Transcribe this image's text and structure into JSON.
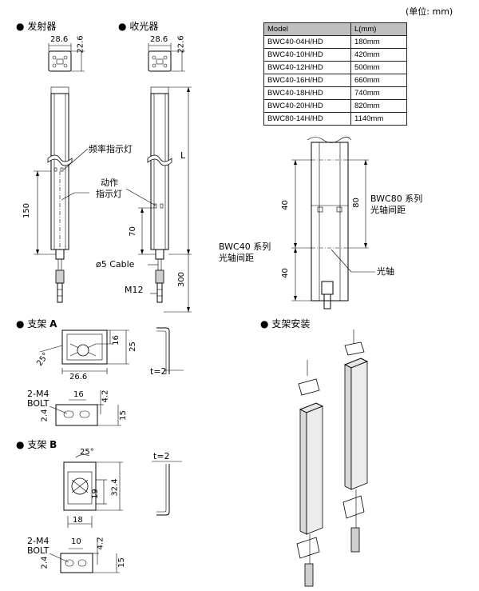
{
  "unit_note": "(单位: mm)",
  "sections": {
    "emitter": "发射器",
    "receiver": "收光器",
    "bracket_a": "支架",
    "bracket_a_letter": "A",
    "bracket_b": "支架",
    "bracket_b_letter": "B",
    "bracket_install": "支架安装"
  },
  "bullet": "●",
  "table": {
    "headers": [
      "Model",
      "L(mm)"
    ],
    "rows": [
      [
        "BWC40-04H/HD",
        "180mm"
      ],
      [
        "BWC40-10H/HD",
        "420mm"
      ],
      [
        "BWC40-12H/HD",
        "500mm"
      ],
      [
        "BWC40-16H/HD",
        "660mm"
      ],
      [
        "BWC40-18H/HD",
        "740mm"
      ],
      [
        "BWC40-20H/HD",
        "820mm"
      ],
      [
        "BWC80-14H/HD",
        "1140mm"
      ]
    ]
  },
  "labels": {
    "freq_indicator": "频率指示灯",
    "action_indicator_1": "动作",
    "action_indicator_2": "指示灯",
    "cable": "ø5 Cable",
    "m12": "M12",
    "L": "L",
    "bwc80_1": "BWC80 系列",
    "bwc80_2": "光轴间距",
    "bwc40_1": "BWC40 系列",
    "bwc40_2": "光轴间距",
    "optical_axis": "光轴",
    "bolt_a_1": "2-M4",
    "bolt_a_2": "BOLT",
    "bolt_b_1": "2-M4",
    "bolt_b_2": "BOLT",
    "t_a": "t=2",
    "t_b": "t=2"
  },
  "dims": {
    "w_emit": "28.6",
    "h_emit": "22.6",
    "w_recv": "28.6",
    "h_recv": "22.6",
    "d150": "150",
    "d70": "70",
    "d300": "300",
    "d80": "80",
    "d40a": "40",
    "d40b": "40",
    "a_16": "16",
    "a_25": "25",
    "a_25deg": "25°",
    "a_266": "26.6",
    "a2_16": "16",
    "a2_42": "4.2",
    "a2_24": "2.4",
    "a2_15": "15",
    "b_25deg": "25°",
    "b_19": "19",
    "b_324": "32.4",
    "b_18": "18",
    "b2_10": "10",
    "b2_42": "4.2",
    "b2_24": "2.4",
    "b2_15": "15"
  }
}
